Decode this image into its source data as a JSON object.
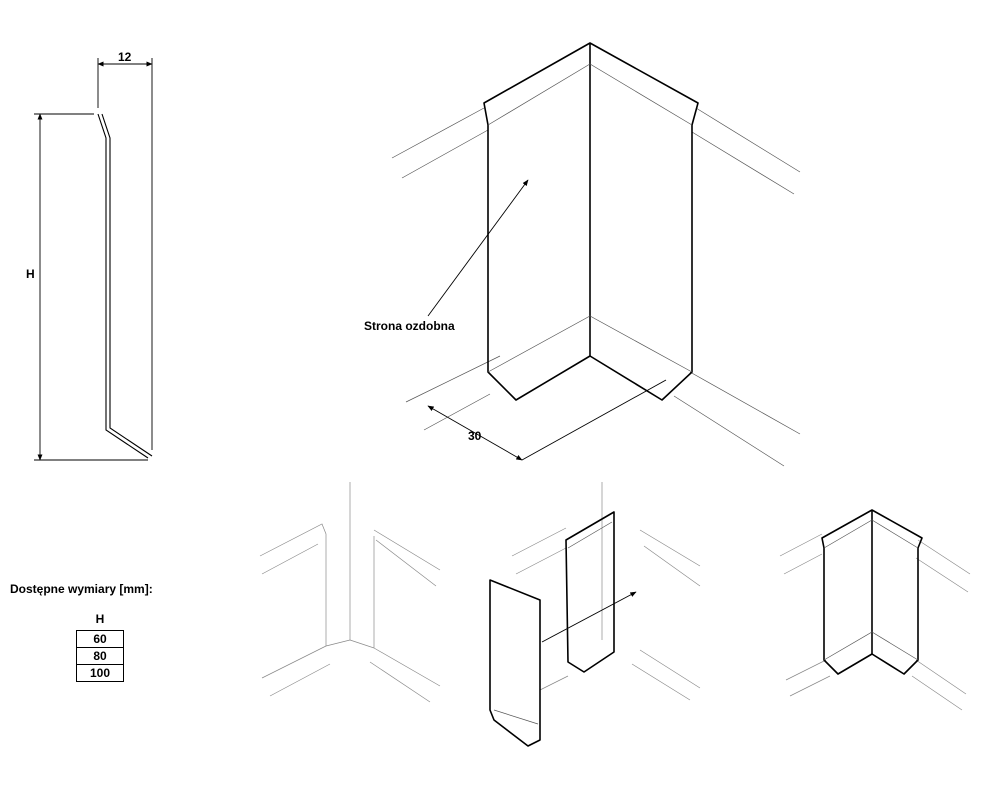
{
  "profile_view": {
    "width_dimension": "12",
    "height_dimension": "H"
  },
  "corner_view": {
    "annotation": "Strona ozdobna",
    "depth_dimension": "30"
  },
  "available_sizes": {
    "title": "Dostępne wymiary [mm]:",
    "column_header": "H",
    "values": [
      "60",
      "80",
      "100"
    ]
  }
}
